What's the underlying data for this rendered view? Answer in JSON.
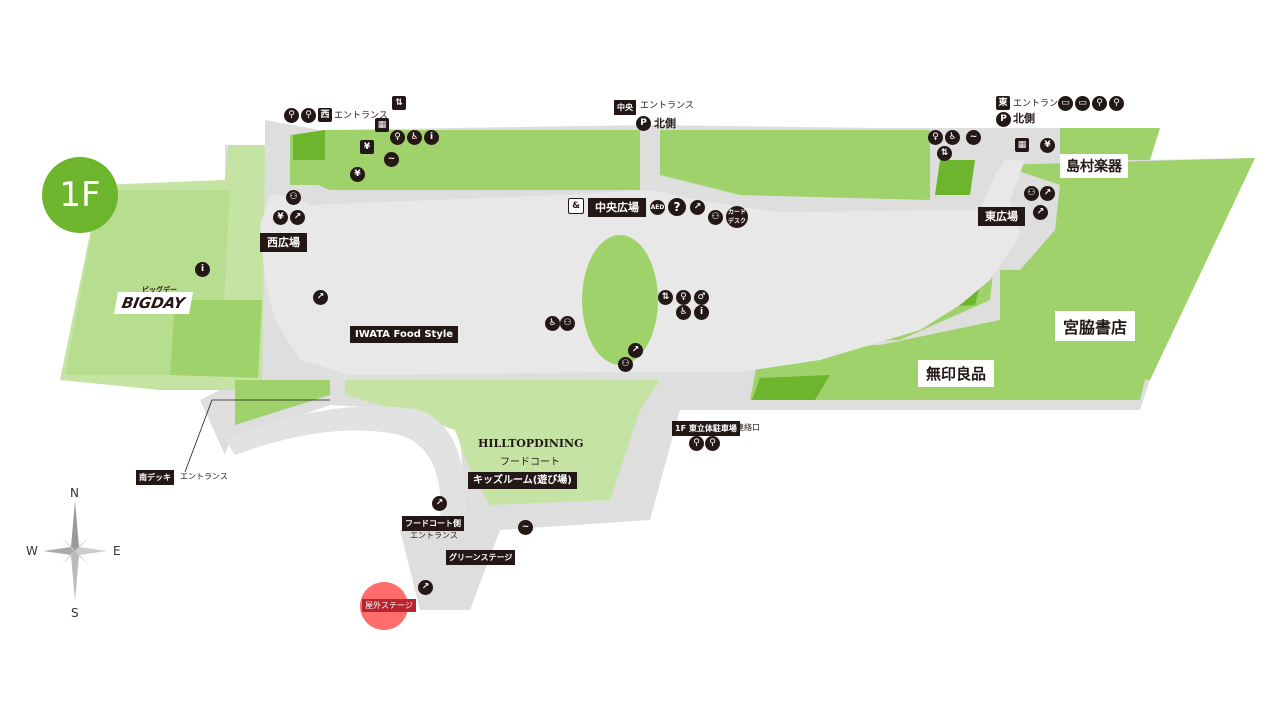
{
  "floor": "1F",
  "colors": {
    "shop_light": "#c5e4a3",
    "shop_mid": "#9fd26a",
    "shop_dark": "#6cb52d",
    "corridor": "#e8e8e8",
    "label_bg": "#231815",
    "highlight": "#ff3c3c"
  },
  "entrances": {
    "west": {
      "tag": "西",
      "text": "エントランス"
    },
    "center": {
      "tag": "中央",
      "text": "エントランス",
      "parking": "北側"
    },
    "east": {
      "tag": "東",
      "text": "エントランス",
      "parking": "北側"
    },
    "south_deck": {
      "tag": "南デッキ",
      "text": "エントランス"
    },
    "foodcourt": {
      "tag": "フードコート側",
      "text": "エントランス"
    },
    "east_parking": {
      "tag": "1F",
      "name": "東立体駐車場",
      "text": "連絡口"
    }
  },
  "plazas": {
    "west": "西広場",
    "center": "中央広場",
    "east": "東広場"
  },
  "labels": {
    "iwata": "IWATA Food Style",
    "foodcourt": "フードコート",
    "kids_room": "キッズルーム(遊び場)",
    "green_stage": "グリーンステージ",
    "outdoor_stage": "屋外ステージ",
    "card_desk": "カード\nデスク",
    "aed": "AED"
  },
  "shops": {
    "shimamura": "島村楽器",
    "muji": "無印良品",
    "miyawaki": "宮脇書店",
    "bigday_kana": "ビッグデー",
    "bigday": "BIGDAY",
    "hilltop": "HILLTOPDINING"
  },
  "compass": {
    "n": "N",
    "s": "S",
    "e": "E",
    "w": "W"
  },
  "icons": [
    "bicycle-icon",
    "motorcycle-icon",
    "bus-icon",
    "restroom-icon",
    "wheelchair-icon",
    "elevator-icon",
    "escalator-icon",
    "atm-icon",
    "baby-icon",
    "smoking-icon",
    "locker-icon",
    "parking-icon",
    "aed-icon",
    "info-icon"
  ]
}
